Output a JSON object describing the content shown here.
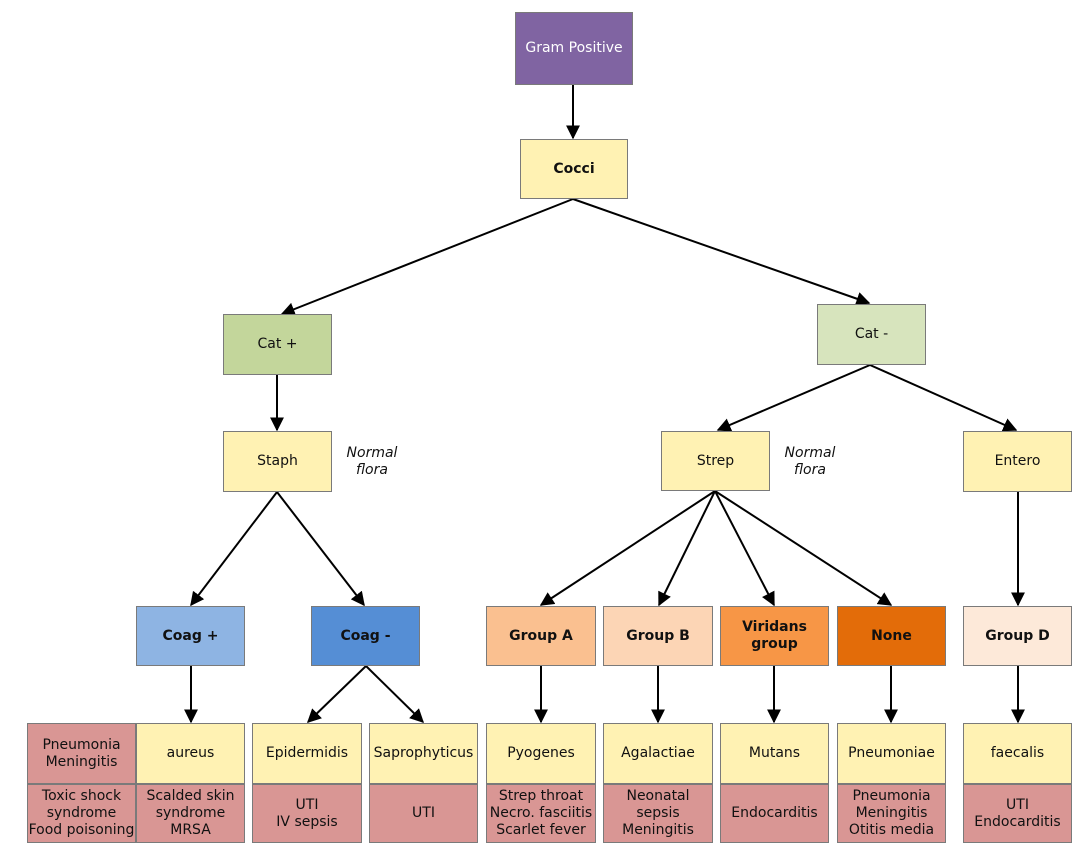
{
  "nodes": {
    "gram_positive": "Gram Positive",
    "cocci": "Cocci",
    "cat_plus": "Cat +",
    "cat_minus": "Cat -",
    "staph": "Staph",
    "strep": "Strep",
    "entero": "Entero",
    "coag_plus": "Coag +",
    "coag_minus": "Coag -",
    "group_a": "Group A",
    "group_b": "Group B",
    "viridans": "Viridans\ngroup",
    "none": "None",
    "group_d": "Group D",
    "aureus": "aureus",
    "epidermidis": "Epidermidis",
    "saprophyticus": "Saprophyticus",
    "pyogenes": "Pyogenes",
    "agalactiae": "Agalactiae",
    "mutans": "Mutans",
    "pneumoniae": "Pneumoniae",
    "faecalis": "faecalis"
  },
  "diseases": {
    "aureus_side": "Pneumonia\nMeningitis",
    "aureus_left": "Toxic shock\nsyndrome\nFood poisoning",
    "aureus_right": "Scalded skin\nsyndrome\nMRSA",
    "epidermidis": "UTI\nIV sepsis",
    "saprophyticus": "UTI",
    "pyogenes": "Strep throat\nNecro. fasciitis\nScarlet fever",
    "agalactiae": "Neonatal sepsis\nMeningitis",
    "mutans": "Endocarditis",
    "pneumoniae": "Pneumonia\nMeningitis\nOtitis media",
    "faecalis": "UTI\nEndocarditis"
  },
  "notes": {
    "staph_flora": "Normal\nflora",
    "strep_flora": "Normal\nflora"
  },
  "colors": {
    "purple": "#8064a2",
    "yellow": "#fff2b3",
    "green": "#c3d69b",
    "light_green": "#d7e4bd",
    "light_blue": "#8eb4e3",
    "blue": "#558ed5",
    "peach": "#fac090",
    "light_peach": "#fcd5b5",
    "orange": "#f79646",
    "dark_orange": "#e36c09",
    "cream": "#fde9d9",
    "rose": "#d99694"
  }
}
